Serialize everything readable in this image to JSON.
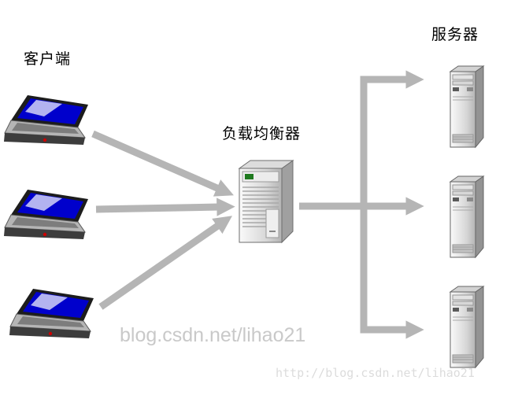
{
  "diagram": {
    "labels": {
      "clients": "客户端",
      "load_balancer": "负载均衡器",
      "servers": "服务器"
    },
    "watermarks": {
      "center": "blog.csdn.net/lihao21",
      "bottom": "http://blog.csdn.net/lihao21"
    },
    "icons": {
      "client": "laptop-icon",
      "load_balancer": "server-tower-icon",
      "server": "server-tower-icon"
    },
    "counts": {
      "clients": 3,
      "servers": 3
    },
    "colors": {
      "background": "#ffffff",
      "arrow": "#b5b5b5",
      "laptop_screen": "#0000cc",
      "label_text": "#000000",
      "watermark_center": "#c9c9c9",
      "watermark_bottom": "#dcdcdc"
    }
  }
}
